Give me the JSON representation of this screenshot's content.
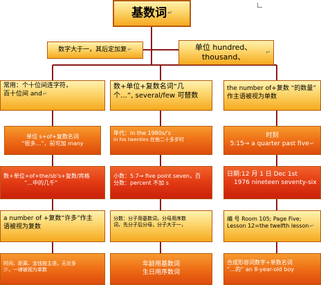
{
  "title": "基数词",
  "return_mark": "↵",
  "top": {
    "left": "数字大于一，其后定加复",
    "right": "单位 hundred、thousand、"
  },
  "columns": [
    {
      "items": [
        {
          "lines": [
            "常用：个十位间连字符，",
            "百十位间 and"
          ]
        },
        {
          "lines": [
            "单位 s+of+复数名词",
            "“很多…”，前可加 many"
          ]
        },
        {
          "lines": [
            "数+单位+of+the/sb's+复数/宾格",
            "“…中的几千”"
          ]
        },
        {
          "lines": [
            "a number of +复数“许多”作主",
            "语被视为复数"
          ]
        },
        {
          "lines": [
            "时间、距离、金钱按主语，无论多",
            "少，一律被视为单数"
          ]
        }
      ]
    },
    {
      "items": [
        {
          "lines": [
            "数+单位+复数名词“几",
            "个…”, several/few 可替数"
          ]
        },
        {
          "lines": [
            "年代：in the 1980s/'s",
            "in his twenties 在他二十多岁时"
          ]
        },
        {
          "lines": [
            "小数：5.7→ five point seven，百",
            "分数：percent 不加 s"
          ]
        },
        {
          "lines": [
            "分数：分子用基数词，分母用序数",
            "词，先分子后分母，分子大于一，"
          ]
        },
        {
          "lines": [
            "年龄用基数词",
            "生日用序数词"
          ]
        }
      ]
    },
    {
      "items": [
        {
          "lines": [
            "the number of+复数 “的数量”",
            "作主语被视为单数"
          ]
        },
        {
          "lines": [
            "时刻",
            "5:15→ a quarter past five"
          ]
        },
        {
          "lines": [
            "日期:12 月 1 日 Dec 1st",
            "1976 nineteen seventy-six"
          ]
        },
        {
          "lines": [
            "编  号  Room  105;  Page  Five;",
            "Lesson 12=the twelfth lesson"
          ]
        },
        {
          "lines": [
            "合成形容词数字+单数名词",
            "“…的”  an 8-year-old boy"
          ]
        }
      ]
    }
  ],
  "colors": {
    "connector": "#8b1a1a",
    "border": "#b65a12",
    "yellow": "#fcd56a",
    "orange": "#ee6e16",
    "red": "#e23a14"
  }
}
